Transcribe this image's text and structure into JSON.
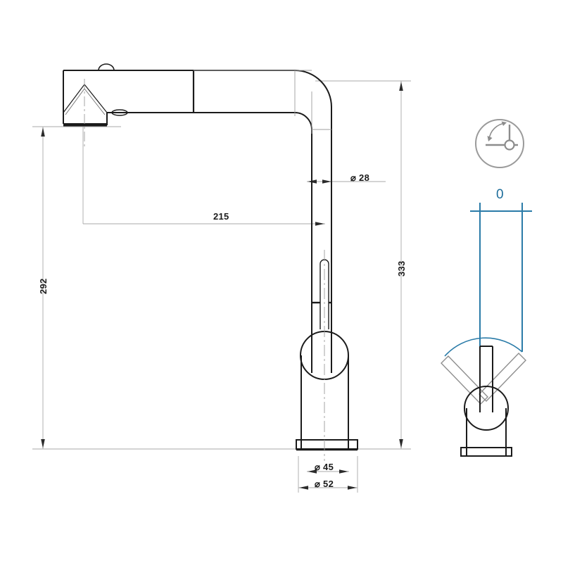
{
  "drawing": {
    "title": "Kitchen mixer tap – dimensioned technical drawing",
    "type": "technical-line-drawing",
    "views": [
      {
        "name": "side-elevation",
        "label": ""
      },
      {
        "name": "top-view-swivel-range",
        "label": ""
      }
    ],
    "colors": {
      "outline": "#1b1b1b",
      "construction": "#b0b0b0",
      "dimension": "#9a9a9a",
      "accent_blue": "#1d6d9b",
      "icon_gray": "#8c8c8c",
      "background": "#ffffff"
    }
  },
  "dimensions": {
    "reach": {
      "value": "215",
      "name": "spout-reach",
      "unit": "mm"
    },
    "spout_height": {
      "value": "292",
      "name": "spout-outlet-height",
      "unit": "mm"
    },
    "total_height": {
      "value": "333",
      "name": "overall-height",
      "unit": "mm"
    },
    "tube_diameter": {
      "value": "⌀ 28",
      "name": "spout-tube-diameter",
      "unit": "mm"
    },
    "base_inner_diameter": {
      "value": "⌀ 45",
      "name": "base-inner-diameter",
      "unit": "mm"
    },
    "base_outer_diameter": {
      "value": "⌀ 52",
      "name": "base-outer-diameter",
      "unit": "mm"
    }
  },
  "swivel": {
    "icon_name": "swivel-angle-icon",
    "angle_label": "0",
    "description": "swivel range top view"
  }
}
